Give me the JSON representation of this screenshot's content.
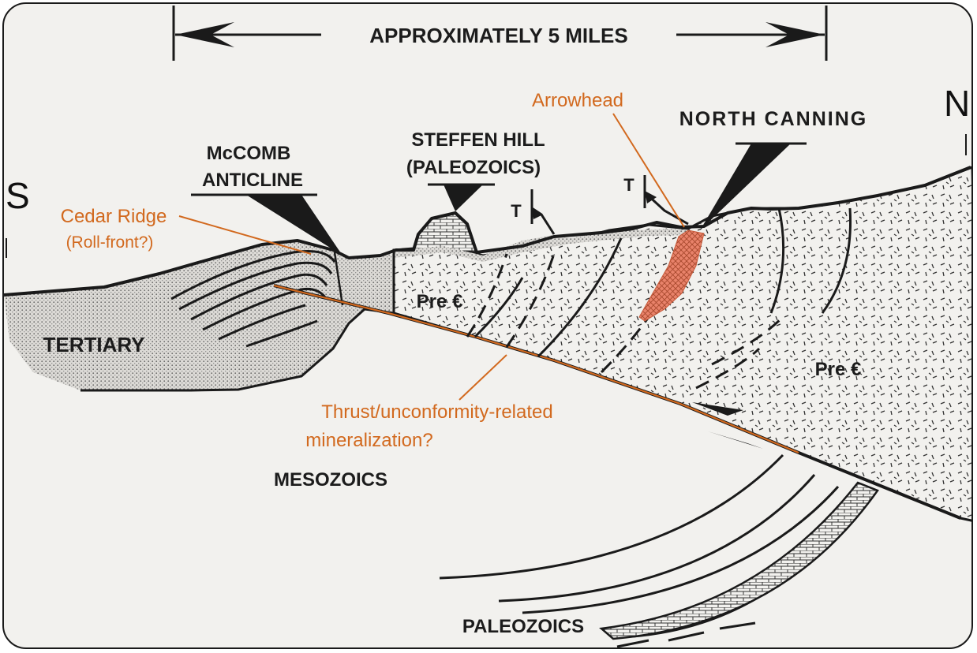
{
  "scale_label": "APPROXIMATELY 5 MILES",
  "directions": {
    "south": "S",
    "north": "N"
  },
  "features": {
    "mccomb_line1": "McCOMB",
    "mccomb_line2": "ANTICLINE",
    "steffen_line1": "STEFFEN HILL",
    "steffen_line2": "(PALEOZOICS)",
    "north_canning": "NORTH CANNING"
  },
  "units": {
    "tertiary": "TERTIARY",
    "mesozoics": "MESOZOICS",
    "paleozoics": "PALEOZOICS",
    "precambrian": "Pre €",
    "thrust_mark": "T"
  },
  "annotations": {
    "arrowhead": "Arrowhead",
    "cedar_ridge_line1": "Cedar Ridge",
    "cedar_ridge_line2": "(Roll-front?)",
    "thrust_line1": "Thrust/unconformity-related",
    "thrust_line2": "mineralization?"
  },
  "colors": {
    "annotation": "#d2691e",
    "mineralization_fill": "#e8826a",
    "ink": "#1c1c1c"
  }
}
